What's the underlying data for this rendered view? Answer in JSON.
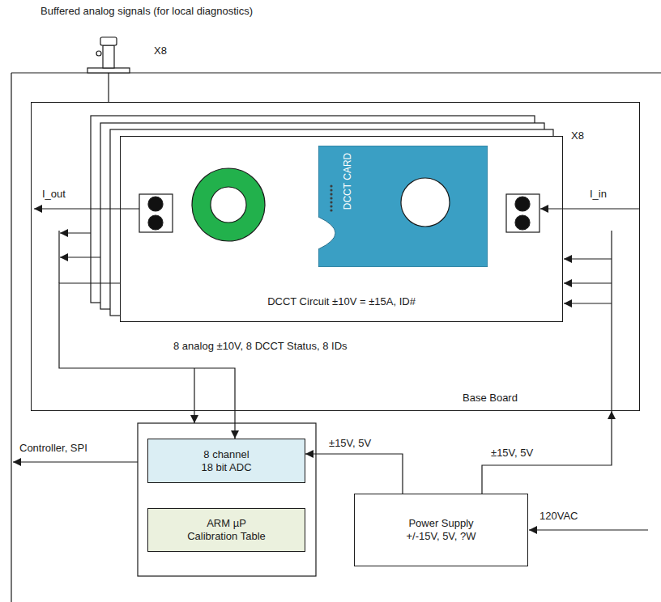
{
  "diagram": {
    "nodes": [
      {
        "text": [
          "Base Board"
        ]
      },
      {
        "text": [
          "DCCT Circuit ±10V = ±15A, ID#"
        ],
        "in": 0
      },
      {
        "text": [
          "DCCT CARD"
        ],
        "in": 1
      },
      {
        "text": [
          "8 channel 18 bit ADC"
        ]
      },
      {
        "text": [
          "ARM µP Calibration Table"
        ]
      },
      {
        "text": [
          "Power Supply +/-15V, 5V, ?W"
        ]
      }
    ],
    "edges": [
      {
        "from": 1,
        "to": 3,
        "arrow": "to",
        "label": "8 analog ±10V, 8 DCCT Status, 8 IDs"
      },
      {
        "from": 5,
        "to": 3,
        "arrow": "to",
        "label": "±15V, 5V"
      },
      {
        "from": 5,
        "to": 0,
        "arrow": "to",
        "label": "±15V, 5V"
      }
    ],
    "labels": [
      "Buffered analog signals (for local diagnostics)",
      "X8",
      "X8",
      "I_out",
      "I_in",
      "Controller, SPI",
      "120VAC"
    ]
  }
}
